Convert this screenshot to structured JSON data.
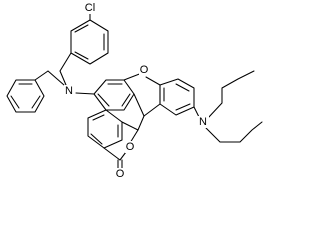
{
  "diagram": {
    "type": "chemical-structure",
    "atom_labels": {
      "chlorine": "Cl",
      "amine_nitrogen_left": "N",
      "ring_oxygen": "O",
      "amine_nitrogen_right": "N",
      "lactone_oxygen": "O",
      "carbonyl_oxygen": "O"
    }
  }
}
